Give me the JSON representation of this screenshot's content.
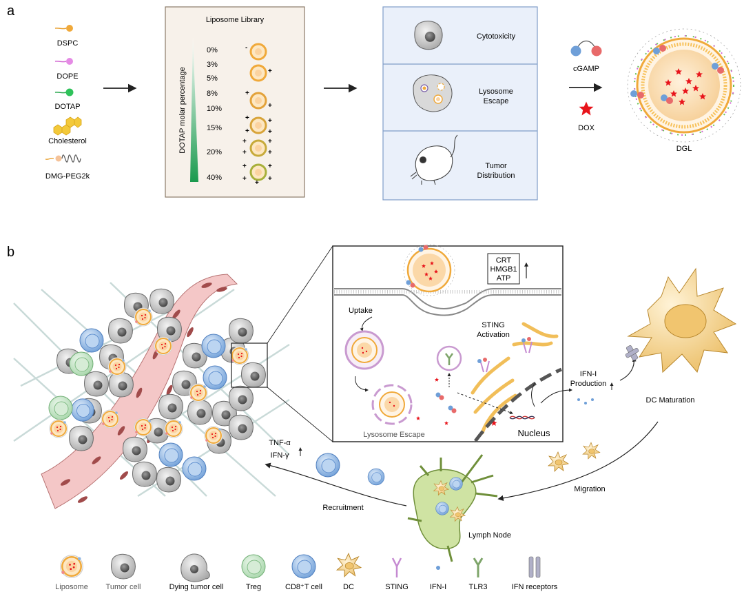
{
  "panel_a": {
    "label": "a",
    "components": [
      "DSPC",
      "DOPE",
      "DOTAP",
      "Cholesterol",
      "DMG-PEG2k"
    ],
    "library": {
      "title": "Liposome Library",
      "axis_label": "DOTAP molar percentage",
      "percentages": [
        "0%",
        "3%",
        "5%",
        "8%",
        "10%",
        "15%",
        "20%",
        "40%"
      ]
    },
    "screening": [
      "Cytotoxicity",
      "Lysosome Escape",
      "Tumor Distribution"
    ],
    "payloads": {
      "cgamp": "cGAMP",
      "dox": "DOX"
    },
    "product": "DGL"
  },
  "panel_b": {
    "label": "b",
    "inset": {
      "release_markers": [
        "CRT",
        "HMGB1",
        "ATP"
      ],
      "uptake": "Uptake",
      "sting_activation": "STING Activation",
      "lysosome_escape": "Lysosome Escape",
      "nucleus": "Nucleus"
    },
    "ifn_production": "IFN-I Production",
    "dc_maturation": "DC Maturation",
    "migration": "Migration",
    "lymph_node": "Lymph Node",
    "recruitment": "Recruitment",
    "cytokines": [
      "TNF-α",
      "IFN-γ"
    ]
  },
  "legend": [
    "Liposome",
    "Tumor cell",
    "Dying tumor cell",
    "Treg",
    "CD8⁺T cell",
    "DC",
    "STING",
    "IFN-I",
    "TLR3",
    "IFN receptors"
  ],
  "colors": {
    "liposome_core": "#f6d9a8",
    "liposome_ring": "#e9a43a",
    "dotap_gradient_top": "#ffffff",
    "dotap_gradient_bottom": "#1a9a4e",
    "vessel": "#f2c4c4",
    "tumor_cell": "#cfcfcf",
    "cd8": "#8fb6e3",
    "treg": "#bfe0c0",
    "dc": "#f3d38f",
    "dox": "#e8141b",
    "screen_box": "#eaf0fa",
    "library_box": "#f7f1ea"
  }
}
